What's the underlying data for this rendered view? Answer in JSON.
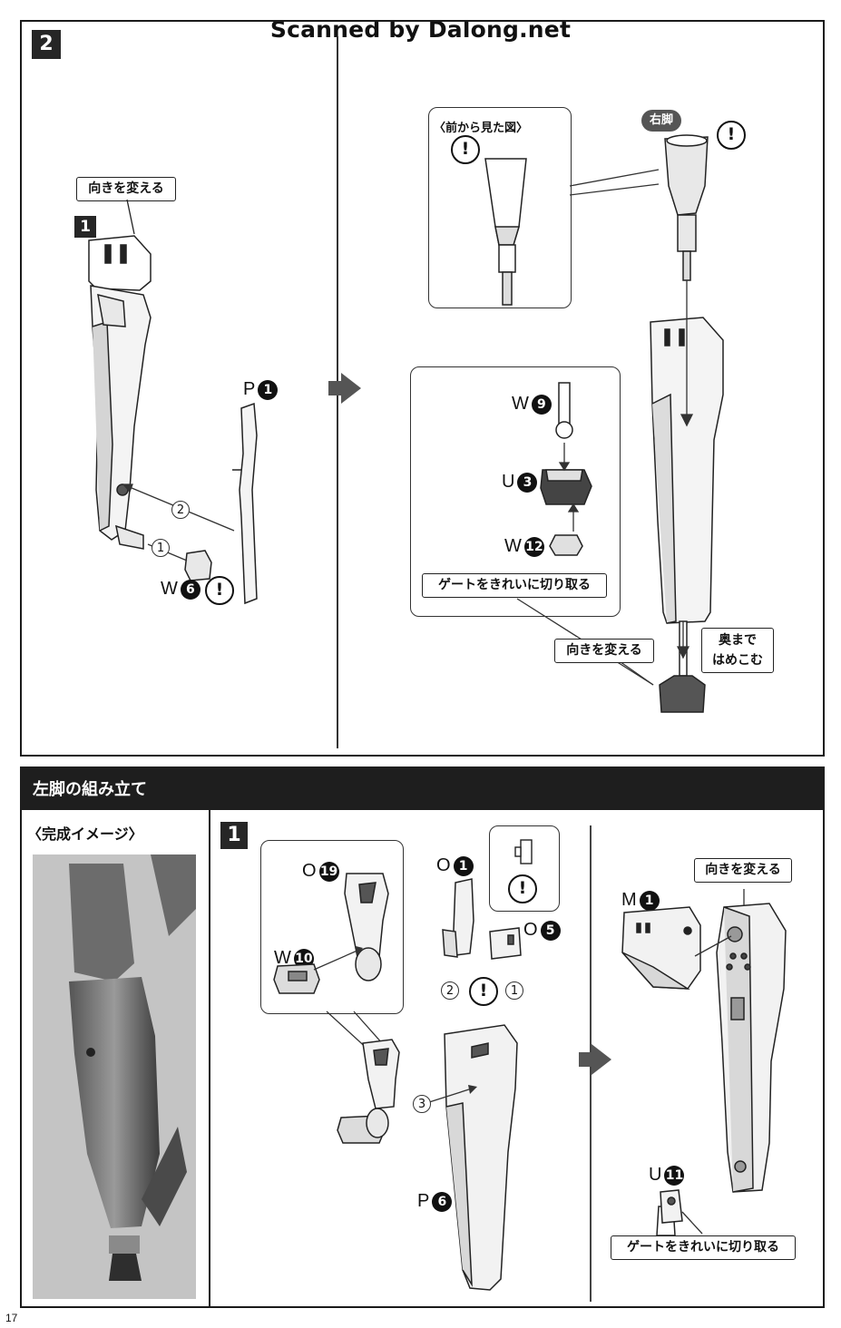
{
  "watermark": "Scanned by Dalong.net",
  "page_number": "17",
  "step2": {
    "number": "2",
    "left": {
      "sub_number": "1",
      "orientation_label": "向きを変える",
      "part_p": {
        "letter": "P",
        "num": "1"
      },
      "part_w": {
        "letter": "W",
        "num": "6"
      },
      "steps": [
        "1",
        "2"
      ],
      "warning": "!"
    },
    "right": {
      "front_view_caption": "〈前から見た図〉",
      "right_leg_badge": "右脚",
      "part_w9": {
        "letter": "W",
        "num": "9"
      },
      "part_u3": {
        "letter": "U",
        "num": "3"
      },
      "part_w12": {
        "letter": "W",
        "num": "12"
      },
      "gate_label": "ゲートをきれいに切り取る",
      "orientation_label": "向きを変える",
      "push_in_label_1": "奥まで",
      "push_in_label_2": "はめこむ",
      "warning": "!"
    }
  },
  "section": {
    "title": "左脚の組み立て",
    "completed_image_caption": "〈完成イメージ〉",
    "step1": {
      "number": "1",
      "part_o19": {
        "letter": "O",
        "num": "19"
      },
      "part_w10": {
        "letter": "W",
        "num": "10"
      },
      "part_o1": {
        "letter": "O",
        "num": "1"
      },
      "part_o5": {
        "letter": "O",
        "num": "5"
      },
      "part_p6": {
        "letter": "P",
        "num": "6"
      },
      "steps": [
        "1",
        "2",
        "3"
      ],
      "warning": "!"
    },
    "step1_right": {
      "orientation_label": "向きを変える",
      "part_m1": {
        "letter": "M",
        "num": "1"
      },
      "part_u11": {
        "letter": "U",
        "num": "11"
      },
      "gate_label": "ゲートをきれいに切り取る"
    }
  }
}
